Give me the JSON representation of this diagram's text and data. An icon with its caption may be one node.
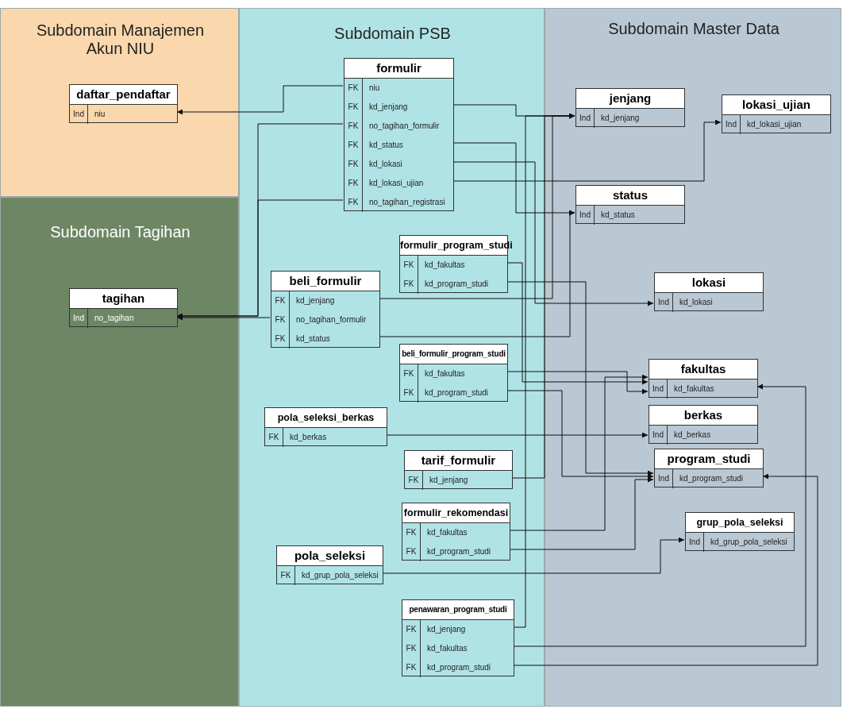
{
  "diagram": {
    "nodes": [
      {
        "text": [
          "Subdomain Manajemen Akun NIU"
        ]
      },
      {
        "text": [
          "daftar_pendaftar",
          "Ind",
          "niu"
        ],
        "in": 0
      },
      {
        "text": [
          "Subdomain PSB"
        ]
      },
      {
        "text": [
          "formulir",
          "FK",
          "niu",
          "FK",
          "kd_jenjang",
          "FK",
          "no_tagihan_formulir",
          "FK",
          "kd_status",
          "FK",
          "kd_lokasi",
          "FK",
          "kd_lokasi_ujian",
          "FK",
          "no_tagihan_registrasi"
        ],
        "in": 2
      },
      {
        "text": [
          "formulir_program_studi",
          "FK",
          "kd_fakultas",
          "FK",
          "kd_program_studi"
        ],
        "in": 2
      },
      {
        "text": [
          "beli_formulir",
          "FK",
          "kd_jenjang",
          "FK",
          "no_tagihan_formulir",
          "FK",
          "kd_status"
        ],
        "in": 2
      },
      {
        "text": [
          "beli_formulir_program_studi",
          "FK",
          "kd_fakultas",
          "FK",
          "kd_program_studi"
        ],
        "in": 2
      },
      {
        "text": [
          "pola_seleksi_berkas",
          "FK",
          "kd_berkas"
        ],
        "in": 2
      },
      {
        "text": [
          "tarif_formulir",
          "FK",
          "kd_jenjang"
        ],
        "in": 2
      },
      {
        "text": [
          "formulir_rekomendasi",
          "FK",
          "kd_fakultas",
          "FK",
          "kd_program_studi"
        ],
        "in": 2
      },
      {
        "text": [
          "pola_seleksi",
          "FK",
          "kd_grup_pola_seleksi"
        ],
        "in": 2
      },
      {
        "text": [
          "penawaran_program_studi",
          "FK",
          "kd_jenjang",
          "FK",
          "kd_fakultas",
          "FK",
          "kd_program_studi"
        ],
        "in": 2
      },
      {
        "text": [
          "Subdomain Master Data"
        ]
      },
      {
        "text": [
          "jenjang",
          "Ind",
          "kd_jenjang"
        ],
        "in": 12
      },
      {
        "text": [
          "lokasi_ujian",
          "Ind",
          "kd_lokasi_ujian"
        ],
        "in": 12
      },
      {
        "text": [
          "status",
          "Ind",
          "kd_status"
        ],
        "in": 12
      },
      {
        "text": [
          "lokasi",
          "Ind",
          "kd_lokasi"
        ],
        "in": 12
      },
      {
        "text": [
          "fakultas",
          "Ind",
          "kd_fakultas"
        ],
        "in": 12
      },
      {
        "text": [
          "berkas",
          "Ind",
          "kd_berkas"
        ],
        "in": 12
      },
      {
        "text": [
          "program_studi",
          "Ind",
          "kd_program_studi"
        ],
        "in": 12
      },
      {
        "text": [
          "grup_pola_seleksi",
          "Ind",
          "kd_grup_pola_seleksi"
        ],
        "in": 12
      },
      {
        "text": [
          "Subdomain Tagihan"
        ]
      },
      {
        "text": [
          "tagihan",
          "Ind",
          "no_tagihan"
        ],
        "in": 21
      }
    ],
    "edges": [
      {
        "from": 3,
        "to": 1,
        "arrow": "to"
      },
      {
        "from": 3,
        "to": 13,
        "arrow": "to"
      },
      {
        "from": 3,
        "to": 22,
        "arrow": "to"
      },
      {
        "from": 3,
        "to": 15,
        "arrow": "to"
      },
      {
        "from": 3,
        "to": 16,
        "arrow": "to"
      },
      {
        "from": 3,
        "to": 14,
        "arrow": "to"
      },
      {
        "from": 3,
        "to": 22,
        "arrow": "to"
      },
      {
        "from": 4,
        "to": 17,
        "arrow": "to"
      },
      {
        "from": 4,
        "to": 19,
        "arrow": "to"
      },
      {
        "from": 5,
        "to": 13,
        "arrow": "to"
      },
      {
        "from": 5,
        "to": 22,
        "arrow": "to"
      },
      {
        "from": 5,
        "to": 15,
        "arrow": "to"
      },
      {
        "from": 6,
        "to": 17,
        "arrow": "to"
      },
      {
        "from": 6,
        "to": 19,
        "arrow": "to"
      },
      {
        "from": 7,
        "to": 18,
        "arrow": "to"
      },
      {
        "from": 8,
        "to": 13,
        "arrow": "to"
      },
      {
        "from": 9,
        "to": 17,
        "arrow": "to"
      },
      {
        "from": 9,
        "to": 19,
        "arrow": "to"
      },
      {
        "from": 10,
        "to": 20,
        "arrow": "to"
      },
      {
        "from": 11,
        "to": 13,
        "arrow": "to"
      },
      {
        "from": 11,
        "to": 17,
        "arrow": "to"
      },
      {
        "from": 11,
        "to": 19,
        "arrow": "to"
      }
    ]
  }
}
